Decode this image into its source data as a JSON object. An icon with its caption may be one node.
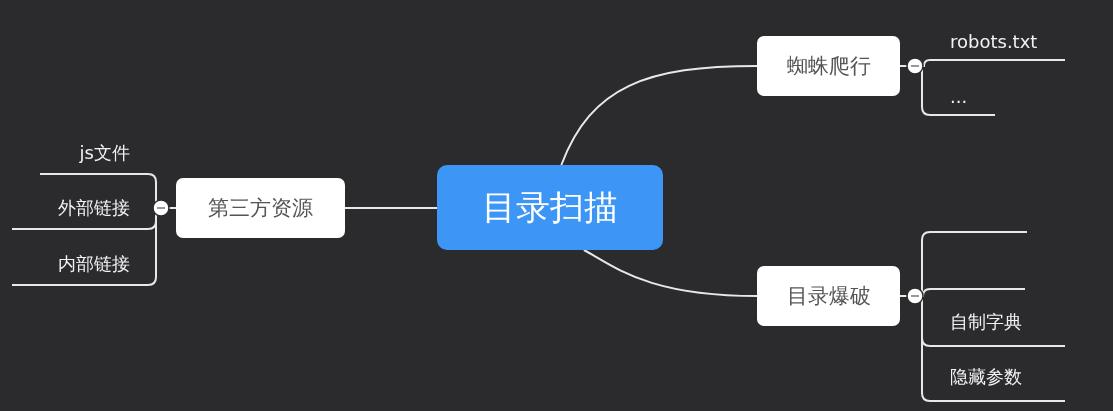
{
  "diagram": {
    "nodes": [
      {
        "text": [
          "目录扫描"
        ]
      },
      {
        "text": [
          "蜘蛛爬行"
        ]
      },
      {
        "text": [
          "robots.txt"
        ]
      },
      {
        "text": [
          "..."
        ]
      },
      {
        "text": [
          "目录爆破"
        ]
      },
      {
        "text": [],
        "shape": "bar"
      },
      {
        "text": [],
        "shape": "bar"
      },
      {
        "text": [
          "自制字典"
        ]
      },
      {
        "text": [
          "隐藏参数"
        ]
      },
      {
        "text": [
          "第三方资源"
        ]
      },
      {
        "text": [
          "js文件"
        ]
      },
      {
        "text": [
          "外部链接"
        ]
      },
      {
        "text": [
          "内部链接"
        ]
      }
    ],
    "edges": [
      {
        "from": 0,
        "to": 1,
        "arrow": "none"
      },
      {
        "from": 0,
        "to": 4,
        "arrow": "none"
      },
      {
        "from": 0,
        "to": 9,
        "arrow": "none"
      },
      {
        "from": 1,
        "to": 2,
        "arrow": "none"
      },
      {
        "from": 1,
        "to": 3,
        "arrow": "none"
      },
      {
        "from": 4,
        "to": 5,
        "arrow": "none"
      },
      {
        "from": 4,
        "to": 6,
        "arrow": "none"
      },
      {
        "from": 4,
        "to": 7,
        "arrow": "none"
      },
      {
        "from": 4,
        "to": 8,
        "arrow": "none"
      },
      {
        "from": 9,
        "to": 10,
        "arrow": "none"
      },
      {
        "from": 9,
        "to": 11,
        "arrow": "none"
      },
      {
        "from": 9,
        "to": 12,
        "arrow": "none"
      }
    ]
  }
}
